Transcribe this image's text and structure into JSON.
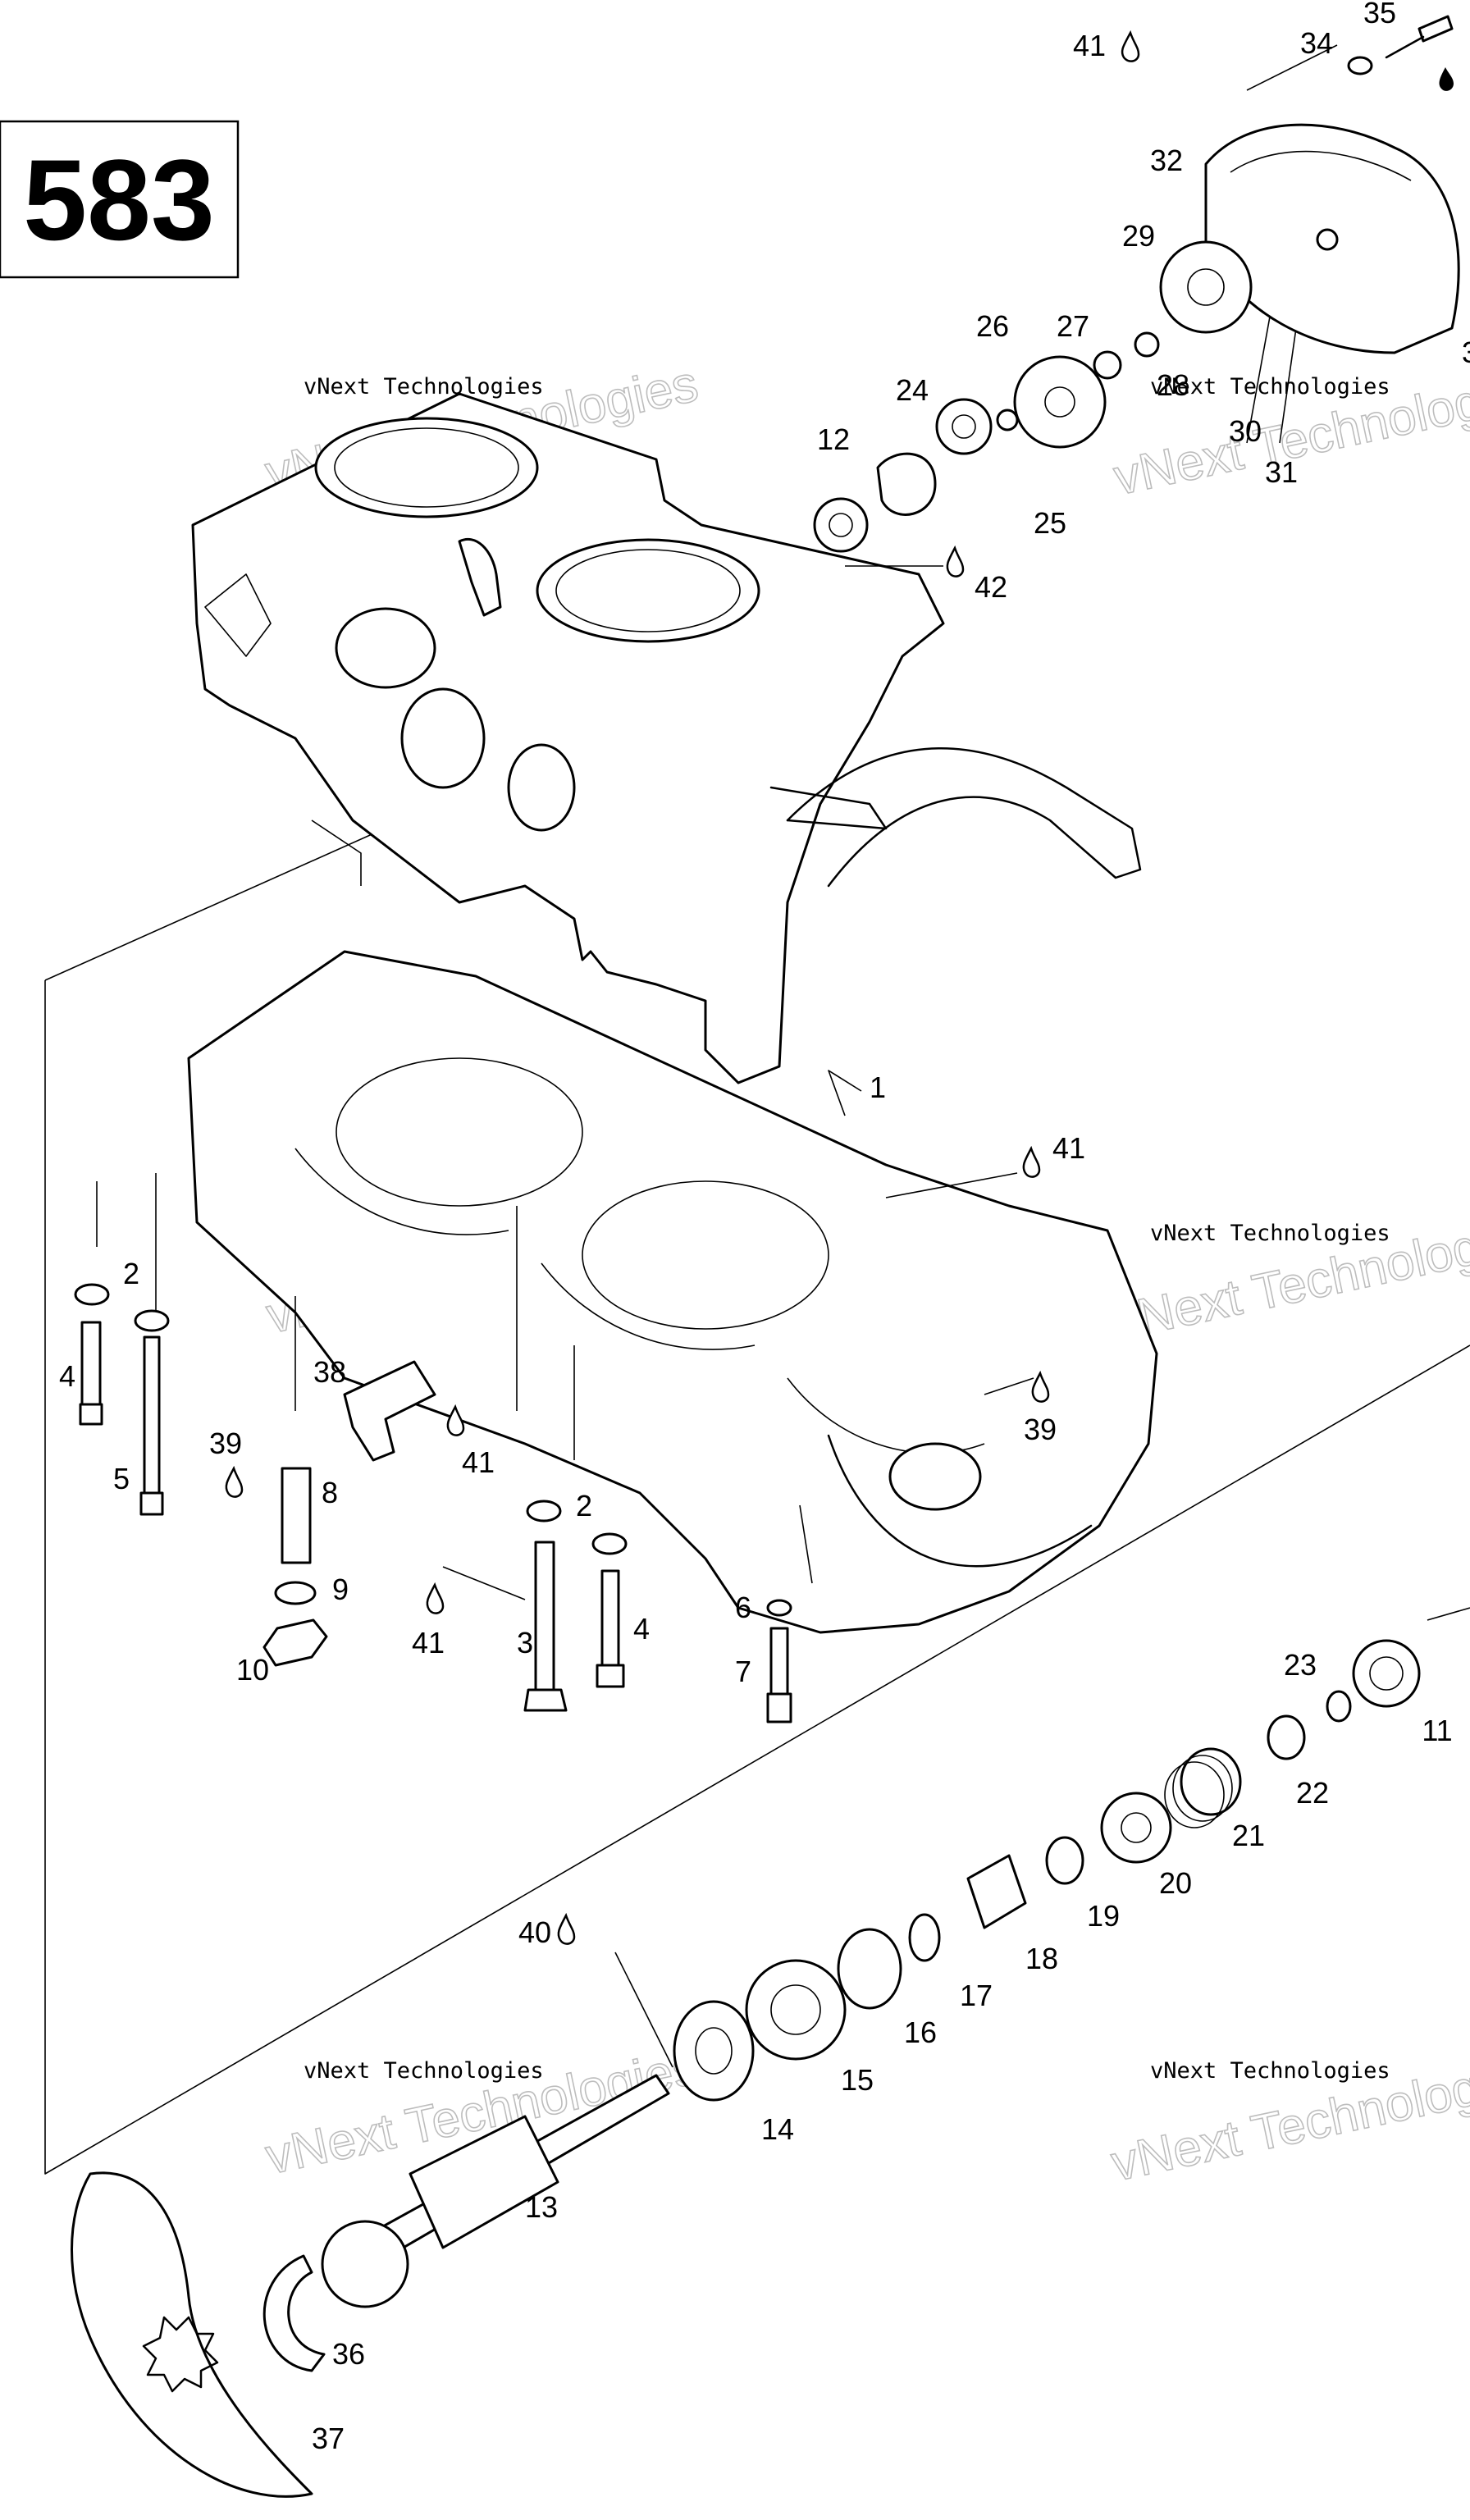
{
  "diagram": {
    "page_number": "583",
    "watermark_line1": "vNext Technologies",
    "watermark_line2": "vNext Technologies",
    "labels": {
      "p1": "1",
      "p2a": "2",
      "p2b": "2",
      "p3": "3",
      "p3b": "3",
      "p4a": "4",
      "p4b": "4",
      "p5": "5",
      "p6": "6",
      "p7": "7",
      "p8": "8",
      "p9": "9",
      "p10": "10",
      "p11": "11",
      "p12": "12",
      "p13": "13",
      "p14": "14",
      "p15": "15",
      "p16": "16",
      "p17": "17",
      "p18": "18",
      "p19": "19",
      "p20": "20",
      "p21": "21",
      "p22": "22",
      "p23": "23",
      "p24": "24",
      "p25": "25",
      "p26": "26",
      "p27": "27",
      "p28": "28",
      "p29": "29",
      "p30": "30",
      "p31": "31",
      "p32": "32",
      "p34": "34",
      "p35": "35",
      "p36": "36",
      "p37": "37",
      "p38": "38",
      "p39a": "39",
      "p39b": "39",
      "p40": "40",
      "p41a": "41",
      "p41b": "41",
      "p41c": "41",
      "p41d": "41",
      "p42": "42"
    }
  }
}
